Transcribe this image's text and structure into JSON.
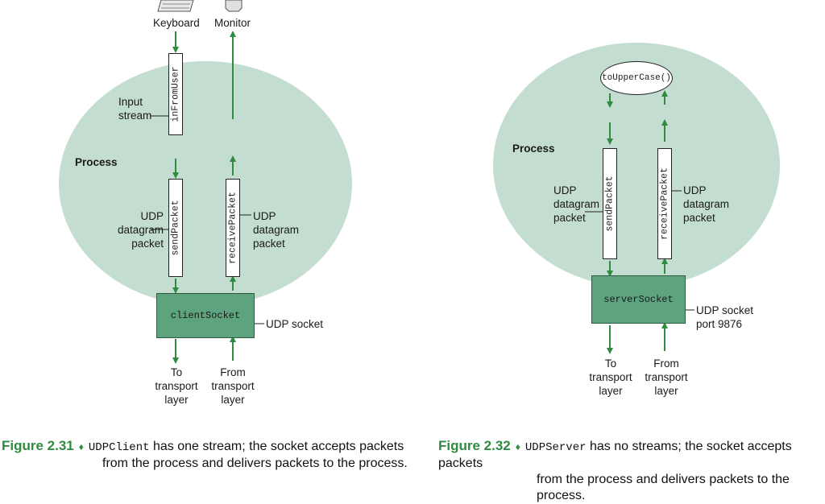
{
  "left": {
    "keyboard_label": "Keyboard",
    "monitor_label": "Monitor",
    "input_stream_label": "Input\nstream",
    "stream_name": "inFromUser",
    "process_label": "Process",
    "send_packet_name": "sendPacket",
    "receive_packet_name": "receivePacket",
    "udp_packet_label_left": "UDP\ndatagram\npacket",
    "udp_packet_label_right": "UDP\ndatagram\npacket",
    "socket_name": "clientSocket",
    "socket_label": "UDP socket",
    "to_transport_label": "To\ntransport\nlayer",
    "from_transport_label": "From\ntransport\nlayer",
    "caption_figure": "Figure 2.31",
    "caption_code": "UDPClient",
    "caption_line1": " has one stream; the socket accepts packets",
    "caption_line2": "from the process and delivers packets to the process."
  },
  "right": {
    "function_name": "toUpperCase()",
    "process_label": "Process",
    "send_packet_name": "sendPacket",
    "receive_packet_name": "receivePacket",
    "udp_packet_label_left": "UDP\ndatagram\npacket",
    "udp_packet_label_right": "UDP\ndatagram\npacket",
    "socket_name": "serverSocket",
    "socket_label": "UDP socket\nport 9876",
    "to_transport_label": "To\ntransport\nlayer",
    "from_transport_label": "From\ntransport\nlayer",
    "caption_figure": "Figure 2.32",
    "caption_code": "UDPServer",
    "caption_line1": " has no streams; the socket accepts packets",
    "caption_line2": "from the process and delivers packets to the process."
  },
  "colors": {
    "process_fill": "#c4ddd1",
    "socket_fill": "#5da37e",
    "arrow": "#2e8b3f",
    "caption_accent": "#2e8b3f"
  }
}
